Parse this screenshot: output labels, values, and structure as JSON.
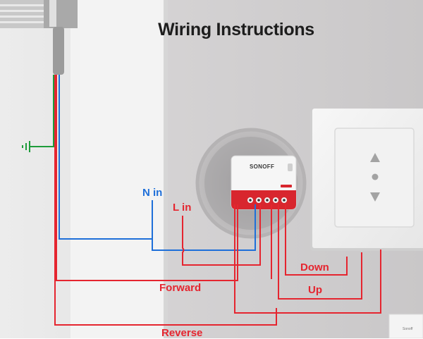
{
  "title": "Wiring Instructions",
  "device": {
    "brand": "SONOFF"
  },
  "labels": {
    "n_in": "N in",
    "l_in": "L in",
    "forward": "Forward",
    "reverse": "Reverse",
    "down": "Down",
    "up": "Up"
  },
  "corner_mark": "Sonoff",
  "colors": {
    "neutral": "#1e6fd9",
    "live": "#e5252f",
    "ground": "#1d9c3a",
    "device_accent": "#d8262e"
  },
  "icons": [
    "ground-symbol-icon",
    "arrow-up-icon",
    "arrow-down-icon",
    "center-dot-icon"
  ]
}
